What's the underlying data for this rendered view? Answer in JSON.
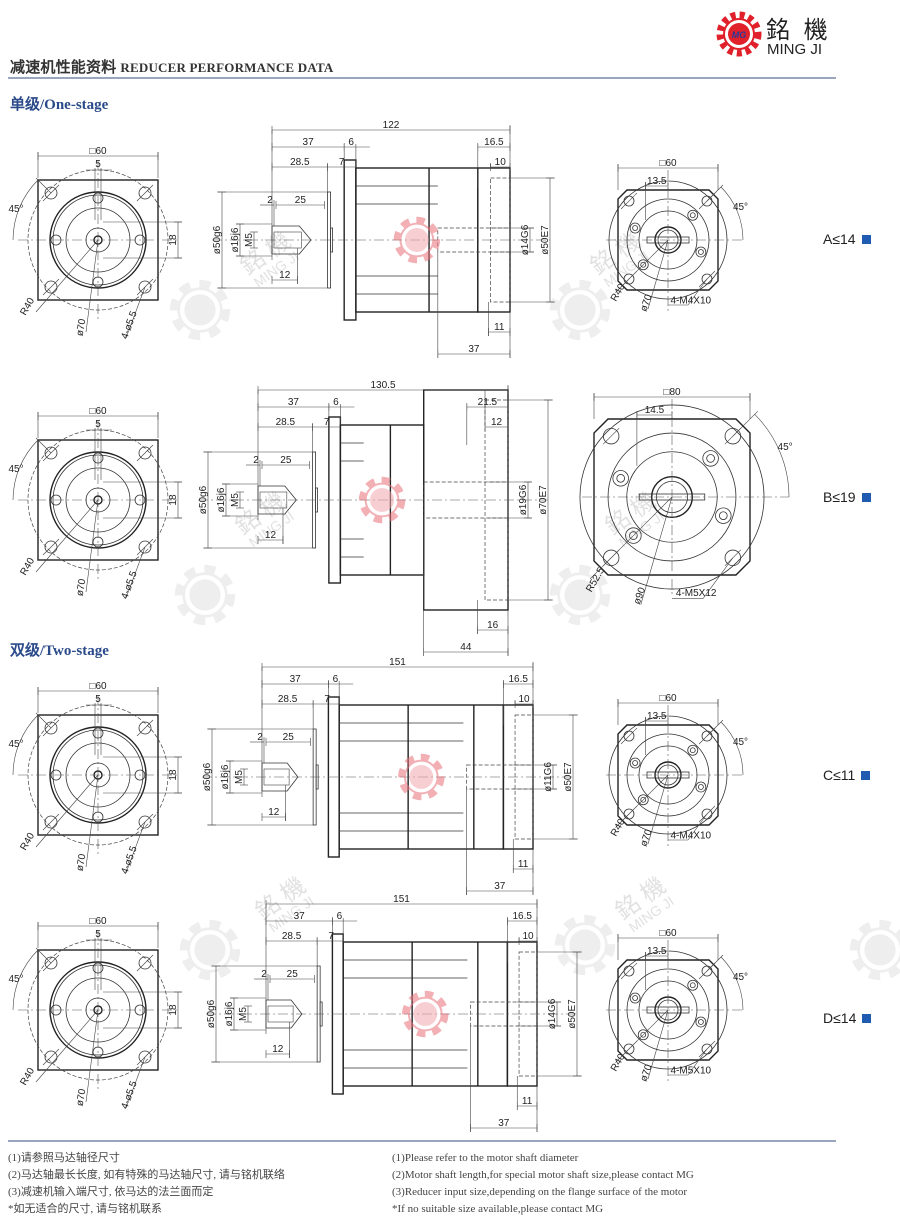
{
  "header": {
    "title_cn": "减速机性能资料",
    "title_en": "REDUCER PERFORMANCE DATA"
  },
  "logo": {
    "name_cn": "銘 機",
    "name_en": "MING JI",
    "mark": "MG"
  },
  "watermark": {
    "name_cn": "銘 機",
    "name_en": "MING JI"
  },
  "sections": [
    {
      "title": "单级/One-stage"
    },
    {
      "title": "双级/Two-stage"
    }
  ],
  "colors": {
    "accent": "#1f5bb0",
    "heading": "#2a4a8a",
    "logo_red": "#e0202a",
    "rule": "#9aa6bd"
  },
  "rows": [
    {
      "code": "A≤14",
      "front": {
        "square": "□60",
        "key": "5",
        "angle": "45°",
        "height": "18",
        "radius": "R40",
        "pcd": "ø70",
        "holes": "4-ø5.5"
      },
      "side": {
        "total": "122",
        "l37": "37",
        "l6": "6",
        "l28": "28.5",
        "l7": "7",
        "l2": "2",
        "l25": "25",
        "d50": "ø50g6",
        "d16": "ø16j6",
        "m5": "M5",
        "l12": "12",
        "r1": "16.5",
        "r2": "10",
        "dout": "ø14G6",
        "dfl": "ø50E7",
        "b1": "11",
        "b2": "37"
      },
      "back": {
        "square": "□60",
        "offset": "13.5",
        "angle": "45°",
        "radius": "R40",
        "pcd": "ø70",
        "holes": "4-M4X10"
      }
    },
    {
      "code": "B≤19",
      "front": {
        "square": "□60",
        "key": "5",
        "angle": "45°",
        "height": "18",
        "radius": "R40",
        "pcd": "ø70",
        "holes": "4-ø5.5"
      },
      "side": {
        "total": "130.5",
        "l37": "37",
        "l6": "6",
        "l28": "28.5",
        "l7": "7",
        "l2": "2",
        "l25": "25",
        "d50": "ø50g6",
        "d16": "ø16j6",
        "m5": "M5",
        "l12": "12",
        "r1": "21.5",
        "r2": "12",
        "dout": "ø19G6",
        "dfl": "ø70E7",
        "b1": "16",
        "b2": "44"
      },
      "back": {
        "square": "□80",
        "offset": "14.5",
        "angle": "45°",
        "radius": "R52.5",
        "pcd": "ø90",
        "holes": "4-M5X12"
      }
    },
    {
      "code": "C≤11",
      "front": {
        "square": "□60",
        "key": "5",
        "angle": "45°",
        "height": "18",
        "radius": "R40",
        "pcd": "ø70",
        "holes": "4-ø5.5"
      },
      "side": {
        "total": "151",
        "l37": "37",
        "l6": "6",
        "l28": "28.5",
        "l7": "7",
        "l2": "2",
        "l25": "25",
        "d50": "ø50g6",
        "d16": "ø16j6",
        "m5": "M5",
        "l12": "12",
        "r1": "16.5",
        "r2": "10",
        "dout": "ø11G6",
        "dfl": "ø50E7",
        "b1": "11",
        "b2": "37"
      },
      "back": {
        "square": "□60",
        "offset": "13.5",
        "angle": "45°",
        "radius": "R40",
        "pcd": "ø70",
        "holes": "4-M4X10"
      }
    },
    {
      "code": "D≤14",
      "front": {
        "square": "□60",
        "key": "5",
        "angle": "45°",
        "height": "18",
        "radius": "R40",
        "pcd": "ø70",
        "holes": "4-ø5.5"
      },
      "side": {
        "total": "151",
        "l37": "37",
        "l6": "6",
        "l28": "28.5",
        "l7": "7",
        "l2": "2",
        "l25": "25",
        "d50": "ø50g6",
        "d16": "ø16j6",
        "m5": "M5",
        "l12": "12",
        "r1": "16.5",
        "r2": "10",
        "dout": "ø14G6",
        "dfl": "ø50E7",
        "b1": "11",
        "b2": "37"
      },
      "back": {
        "square": "□60",
        "offset": "13.5",
        "angle": "45°",
        "radius": "R40",
        "pcd": "ø70",
        "holes": "4-M5X10"
      }
    }
  ],
  "notes_cn": [
    "(1)请参照马达轴径尺寸",
    "(2)马达轴最长长度, 如有特殊的马达轴尺寸, 请与铭机联络",
    "(3)减速机输入端尺寸, 依马达的法兰面而定",
    "*如无适合的尺寸, 请与铭机联系"
  ],
  "notes_en": [
    "(1)Please refer to the motor shaft diameter",
    "(2)Motor shaft length,for special motor shaft size,please contact MG",
    "(3)Reducer input size,depending on the flange surface of the motor",
    "*If no suitable size available,please contact MG"
  ]
}
